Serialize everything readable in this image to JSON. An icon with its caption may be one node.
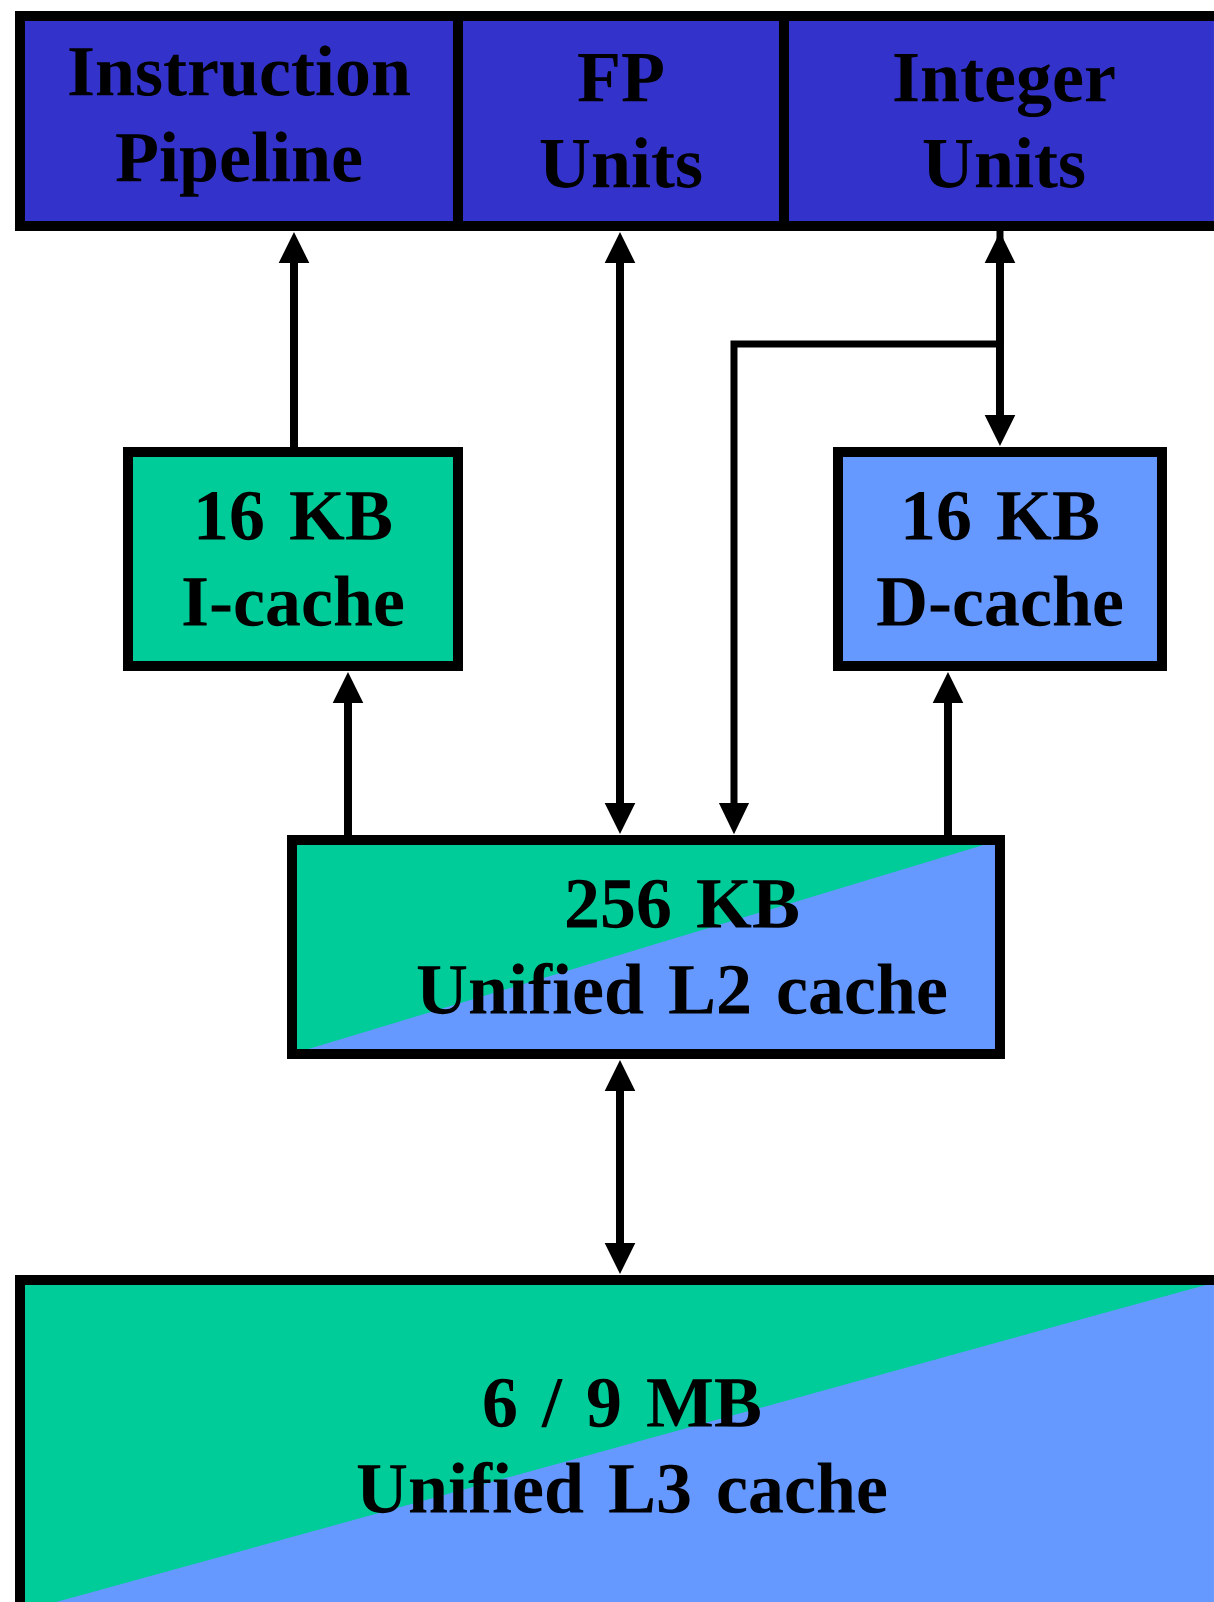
{
  "diagram": {
    "nodes": [
      {
        "text": [
          "Instruction Pipeline"
        ]
      },
      {
        "text": [
          "FP Units"
        ]
      },
      {
        "text": [
          "Integer Units"
        ]
      },
      {
        "text": [
          "16 KB",
          "I-cache"
        ]
      },
      {
        "text": [
          "16 KB",
          "D-cache"
        ]
      },
      {
        "text": [
          "256 KB",
          "Unified L2 cache"
        ]
      },
      {
        "text": [
          "6 / 9 MB",
          "Unified L3 cache"
        ]
      }
    ],
    "edges": [
      {
        "from": 3,
        "to": 0,
        "arrow": "to"
      },
      {
        "from": 1,
        "to": 5,
        "arrow": "both"
      },
      {
        "from": 2,
        "to": 4,
        "arrow": "both"
      },
      {
        "from": 2,
        "to": 5,
        "arrow": "to"
      },
      {
        "from": 5,
        "to": 3,
        "arrow": "to"
      },
      {
        "from": 5,
        "to": 4,
        "arrow": "to"
      },
      {
        "from": 5,
        "to": 6,
        "arrow": "both"
      }
    ]
  }
}
